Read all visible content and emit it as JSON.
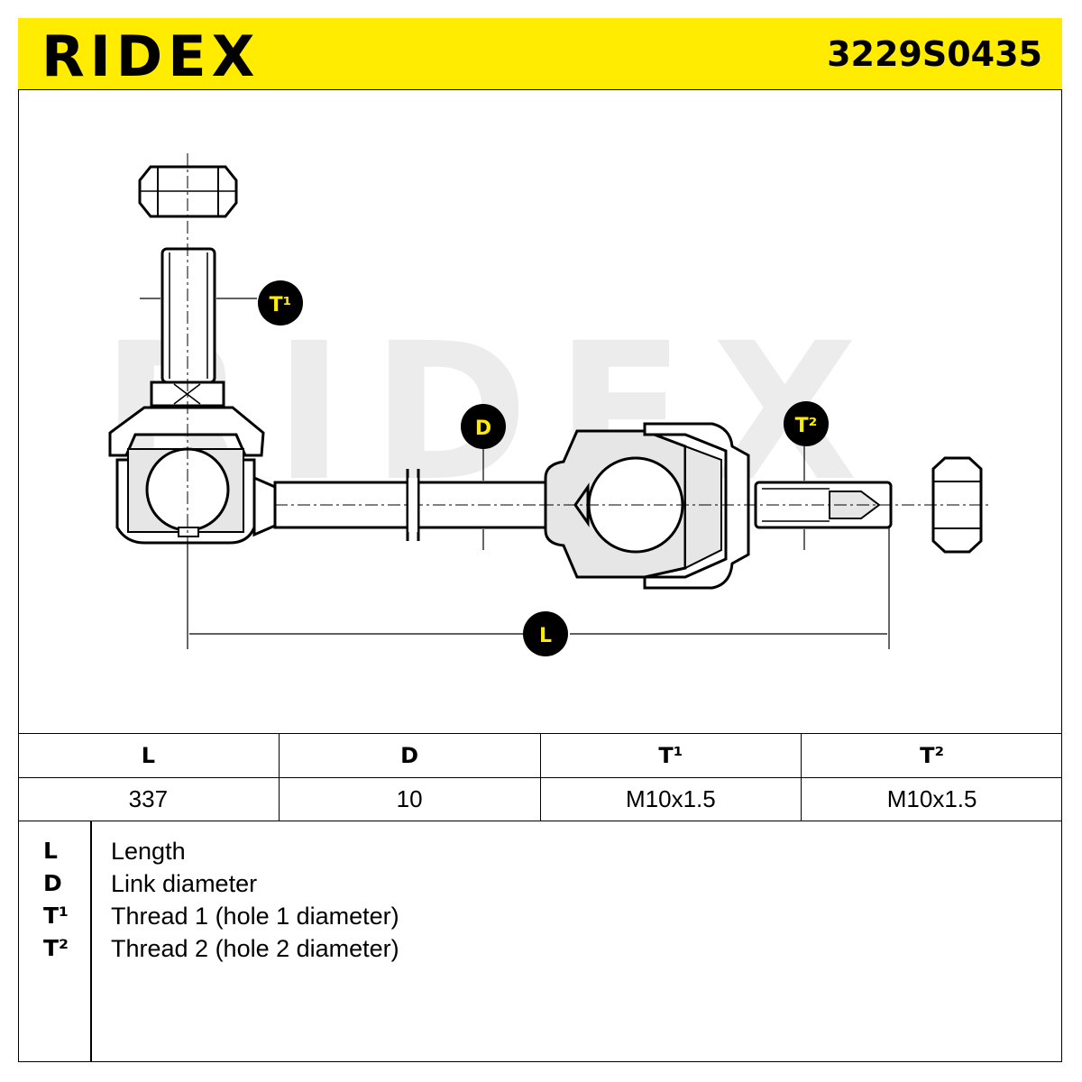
{
  "header": {
    "brand": "RIDEX",
    "part_number": "3229S0435",
    "background_color": "#ffec00"
  },
  "drawing": {
    "watermark": "RIDEX",
    "callouts": {
      "t1": "T¹",
      "d": "D",
      "t2": "T²",
      "l": "L"
    }
  },
  "spec_table": {
    "headers": [
      "L",
      "D",
      "T¹",
      "T²"
    ],
    "values": [
      "337",
      "10",
      "M10x1.5",
      "M10x1.5"
    ]
  },
  "legend": [
    {
      "key": "L",
      "desc": "Length"
    },
    {
      "key": "D",
      "desc": "Link diameter"
    },
    {
      "key": "T¹",
      "desc": "Thread 1 (hole 1 diameter)"
    },
    {
      "key": "T²",
      "desc": "Thread 2 (hole 2 diameter)"
    }
  ]
}
